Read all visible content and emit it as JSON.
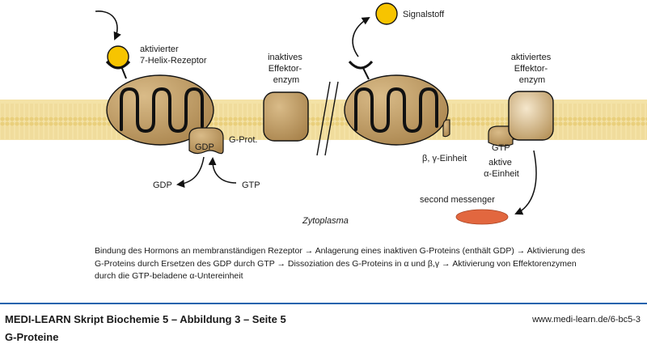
{
  "diagram": {
    "left": {
      "receptor_label_line1": "aktivierter",
      "receptor_label_line2": "7-Helix-Rezeptor",
      "gprot_label": "G-Prot.",
      "gdp_inner": "GDP",
      "gdp_out": "GDP",
      "gtp_in": "GTP",
      "effector_line1": "inaktives",
      "effector_line2": "Effektor-",
      "effector_line3": "enzym"
    },
    "right": {
      "signal_label": "Signalstoff",
      "effector_line1": "aktiviertes",
      "effector_line2": "Effektor-",
      "effector_line3": "enzym",
      "beta_gamma": "β, γ-Einheit",
      "gtp_inner": "GTP",
      "alpha_line1": "aktive",
      "alpha_line2": "α-Einheit",
      "second_messenger": "second messenger"
    },
    "cytoplasm_label": "Zytoplasma"
  },
  "caption": "Bindung des Hormons an membranständigen Rezeptor → Anlagerung eines inaktiven G-Proteins (enthält GDP) → Aktivierung des G-Proteins durch Ersetzen des GDP durch GTP → Dissoziation des G-Proteins in α und β,γ → Aktivierung von Effektorenzymen durch die GTP-beladene α-Untereinheit",
  "footer": {
    "title": "MEDI-LEARN Skript Biochemie 5 – Abbildung 3 – Seite 5",
    "url": "www.medi-learn.de/6-bc5-3",
    "subtitle": "G-Proteine"
  },
  "colors": {
    "membrane": "#f3dfa2",
    "protein": "#b8955d",
    "signal": "#f7c400",
    "messenger": "#e2673f",
    "accent_line": "#1f63ad"
  }
}
